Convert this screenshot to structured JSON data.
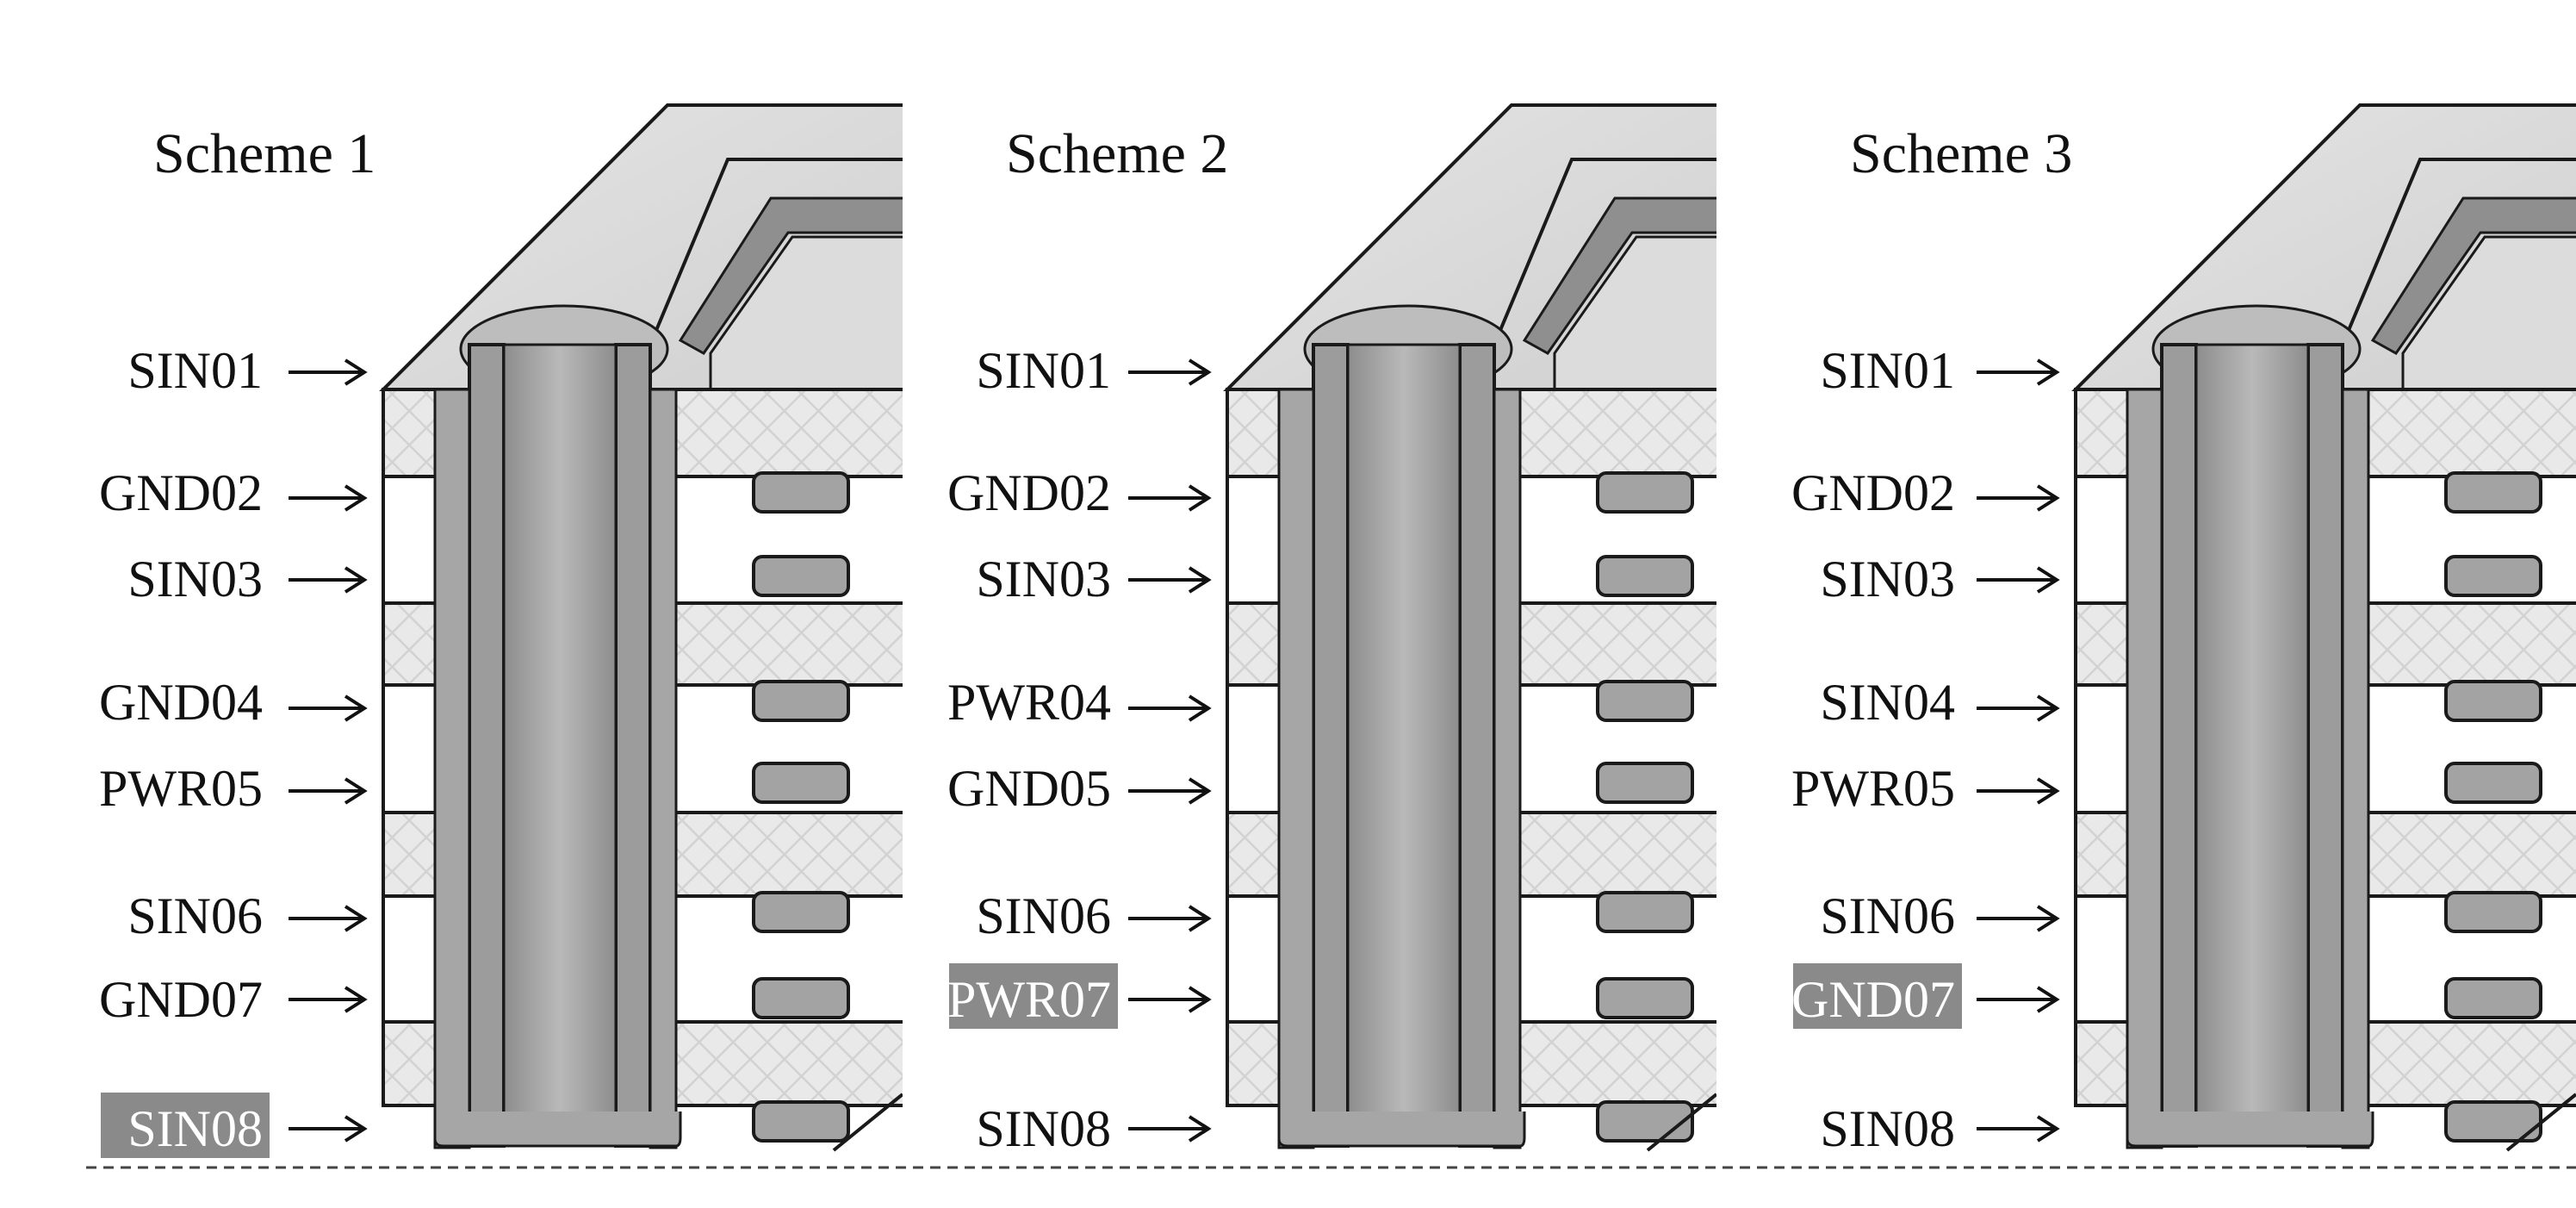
{
  "schemes": [
    {
      "title": "Scheme 1",
      "layers": [
        "SIN01",
        "GND02",
        "SIN03",
        "GND04",
        "PWR05",
        "SIN06",
        "GND07",
        "SIN08"
      ],
      "highlighted": "SIN08"
    },
    {
      "title": "Scheme 2",
      "layers": [
        "SIN01",
        "GND02",
        "SIN03",
        "PWR04",
        "GND05",
        "SIN06",
        "PWR07",
        "SIN08"
      ],
      "highlighted": "PWR07"
    },
    {
      "title": "Scheme 3",
      "layers": [
        "SIN01",
        "GND02",
        "SIN03",
        "SIN04",
        "PWR05",
        "SIN06",
        "GND07",
        "SIN08"
      ],
      "highlighted": "GND07"
    }
  ],
  "colors": {
    "highlight_box": "#8a8a8a",
    "via_barrel": "#9c9c9c",
    "pad": "#a3a3a3",
    "dielectric": "#e8e8e8",
    "top_surface": "#d6d6d6"
  }
}
